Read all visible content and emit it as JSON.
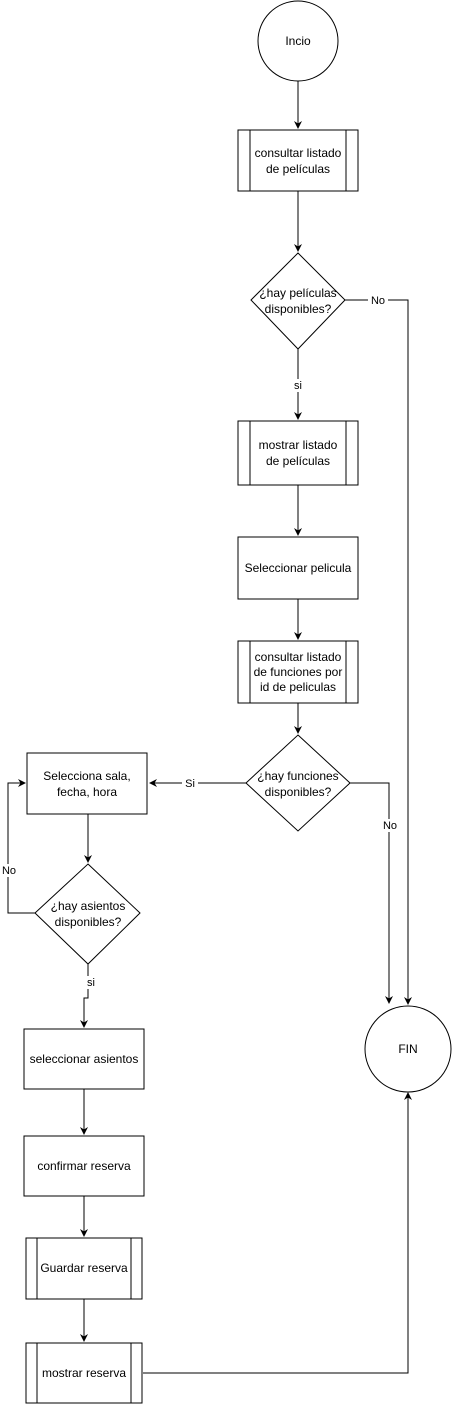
{
  "diagram": {
    "nodes": {
      "start": {
        "lines": [
          "Incio"
        ]
      },
      "consultar_peliculas": {
        "lines": [
          "consultar listado",
          "de películas"
        ]
      },
      "hay_peliculas": {
        "lines": [
          "¿hay películas",
          "disponibles?"
        ]
      },
      "mostrar_peliculas": {
        "lines": [
          "mostrar listado",
          "de películas"
        ]
      },
      "seleccionar_pelicula": {
        "lines": [
          "Seleccionar pelicula"
        ]
      },
      "consultar_funciones": {
        "lines": [
          "consultar listado",
          "de funciones por",
          "id de peliculas"
        ]
      },
      "hay_funciones": {
        "lines": [
          "¿hay funciones",
          "disponibles?"
        ]
      },
      "selecciona_sala": {
        "lines": [
          "Selecciona sala,",
          "fecha, hora"
        ]
      },
      "hay_asientos": {
        "lines": [
          "¿hay asientos",
          "disponibles?"
        ]
      },
      "seleccionar_asientos": {
        "lines": [
          "seleccionar asientos"
        ]
      },
      "confirmar_reserva": {
        "lines": [
          "confirmar reserva"
        ]
      },
      "guardar_reserva": {
        "lines": [
          "Guardar reserva"
        ]
      },
      "mostrar_reserva": {
        "lines": [
          "mostrar reserva"
        ]
      },
      "fin": {
        "lines": [
          "FIN"
        ]
      }
    },
    "edge_labels": {
      "peliculas_no": "No",
      "peliculas_si": "si",
      "funciones_si": "Si",
      "funciones_no": "No",
      "asientos_no": "No",
      "asientos_si": "si"
    }
  }
}
